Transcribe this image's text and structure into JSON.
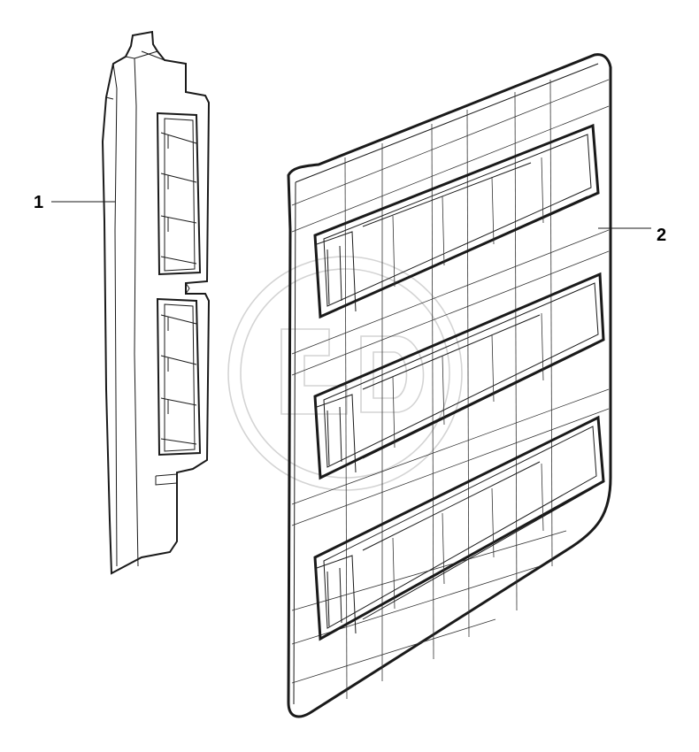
{
  "diagram": {
    "callouts": [
      {
        "id": "part-1",
        "label": "1"
      },
      {
        "id": "part-2",
        "label": "2"
      }
    ],
    "colors": {
      "line": "#1a1a1a",
      "watermark": "#d4d4d4",
      "background": "#ffffff"
    }
  }
}
